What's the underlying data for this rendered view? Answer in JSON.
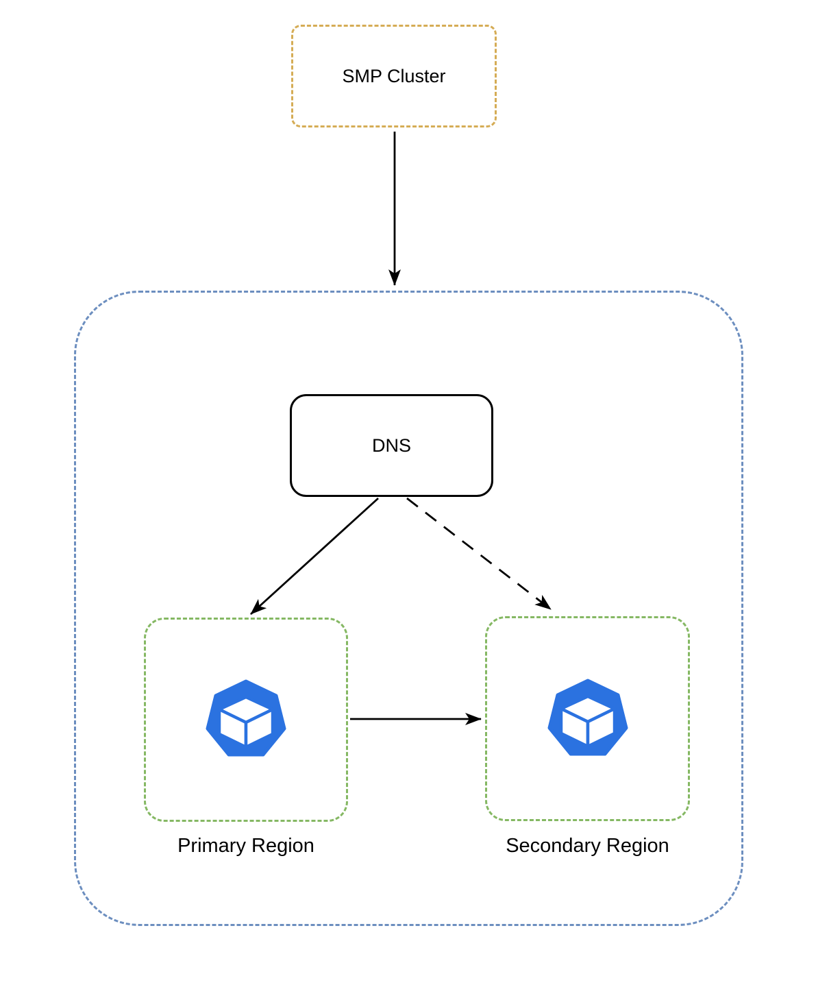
{
  "diagram": {
    "type": "architecture-flow",
    "background": "#ffffff"
  },
  "nodes": {
    "smp_cluster": {
      "label": "SMP Cluster",
      "shape": "rounded-rectangle",
      "border_style": "dashed",
      "border_color": "#d5ac55"
    },
    "routing_zone": {
      "label": "",
      "shape": "large-rounded-container",
      "border_style": "dashed",
      "border_color": "#6c8ebf"
    },
    "dns": {
      "label": "DNS",
      "shape": "rounded-rectangle",
      "border_style": "solid",
      "border_color": "#000000"
    },
    "primary_region": {
      "label": "Primary Region",
      "shape": "rounded-rectangle",
      "border_style": "dashed",
      "border_color": "#85b863",
      "icon": "cluster-cube-icon"
    },
    "secondary_region": {
      "label": "Secondary Region",
      "shape": "rounded-rectangle",
      "border_style": "dashed",
      "border_color": "#85b863",
      "icon": "cluster-cube-icon"
    }
  },
  "edges": [
    {
      "from": "smp_cluster",
      "to": "routing_zone",
      "line": "solid",
      "arrowhead": "filled-triangle"
    },
    {
      "from": "dns",
      "to": "primary_region",
      "line": "solid",
      "arrowhead": "filled-triangle"
    },
    {
      "from": "dns",
      "to": "secondary_region",
      "line": "dashed",
      "arrowhead": "filled-triangle"
    },
    {
      "from": "primary_region",
      "to": "secondary_region",
      "line": "solid",
      "arrowhead": "filled-triangle"
    }
  ],
  "colors": {
    "icon_blue": "#2b72e0",
    "zone_border_blue": "#6c8ebf",
    "region_border_green": "#85b863",
    "cluster_border_gold": "#d5ac55",
    "edge_black": "#000000",
    "text": "#000000"
  }
}
